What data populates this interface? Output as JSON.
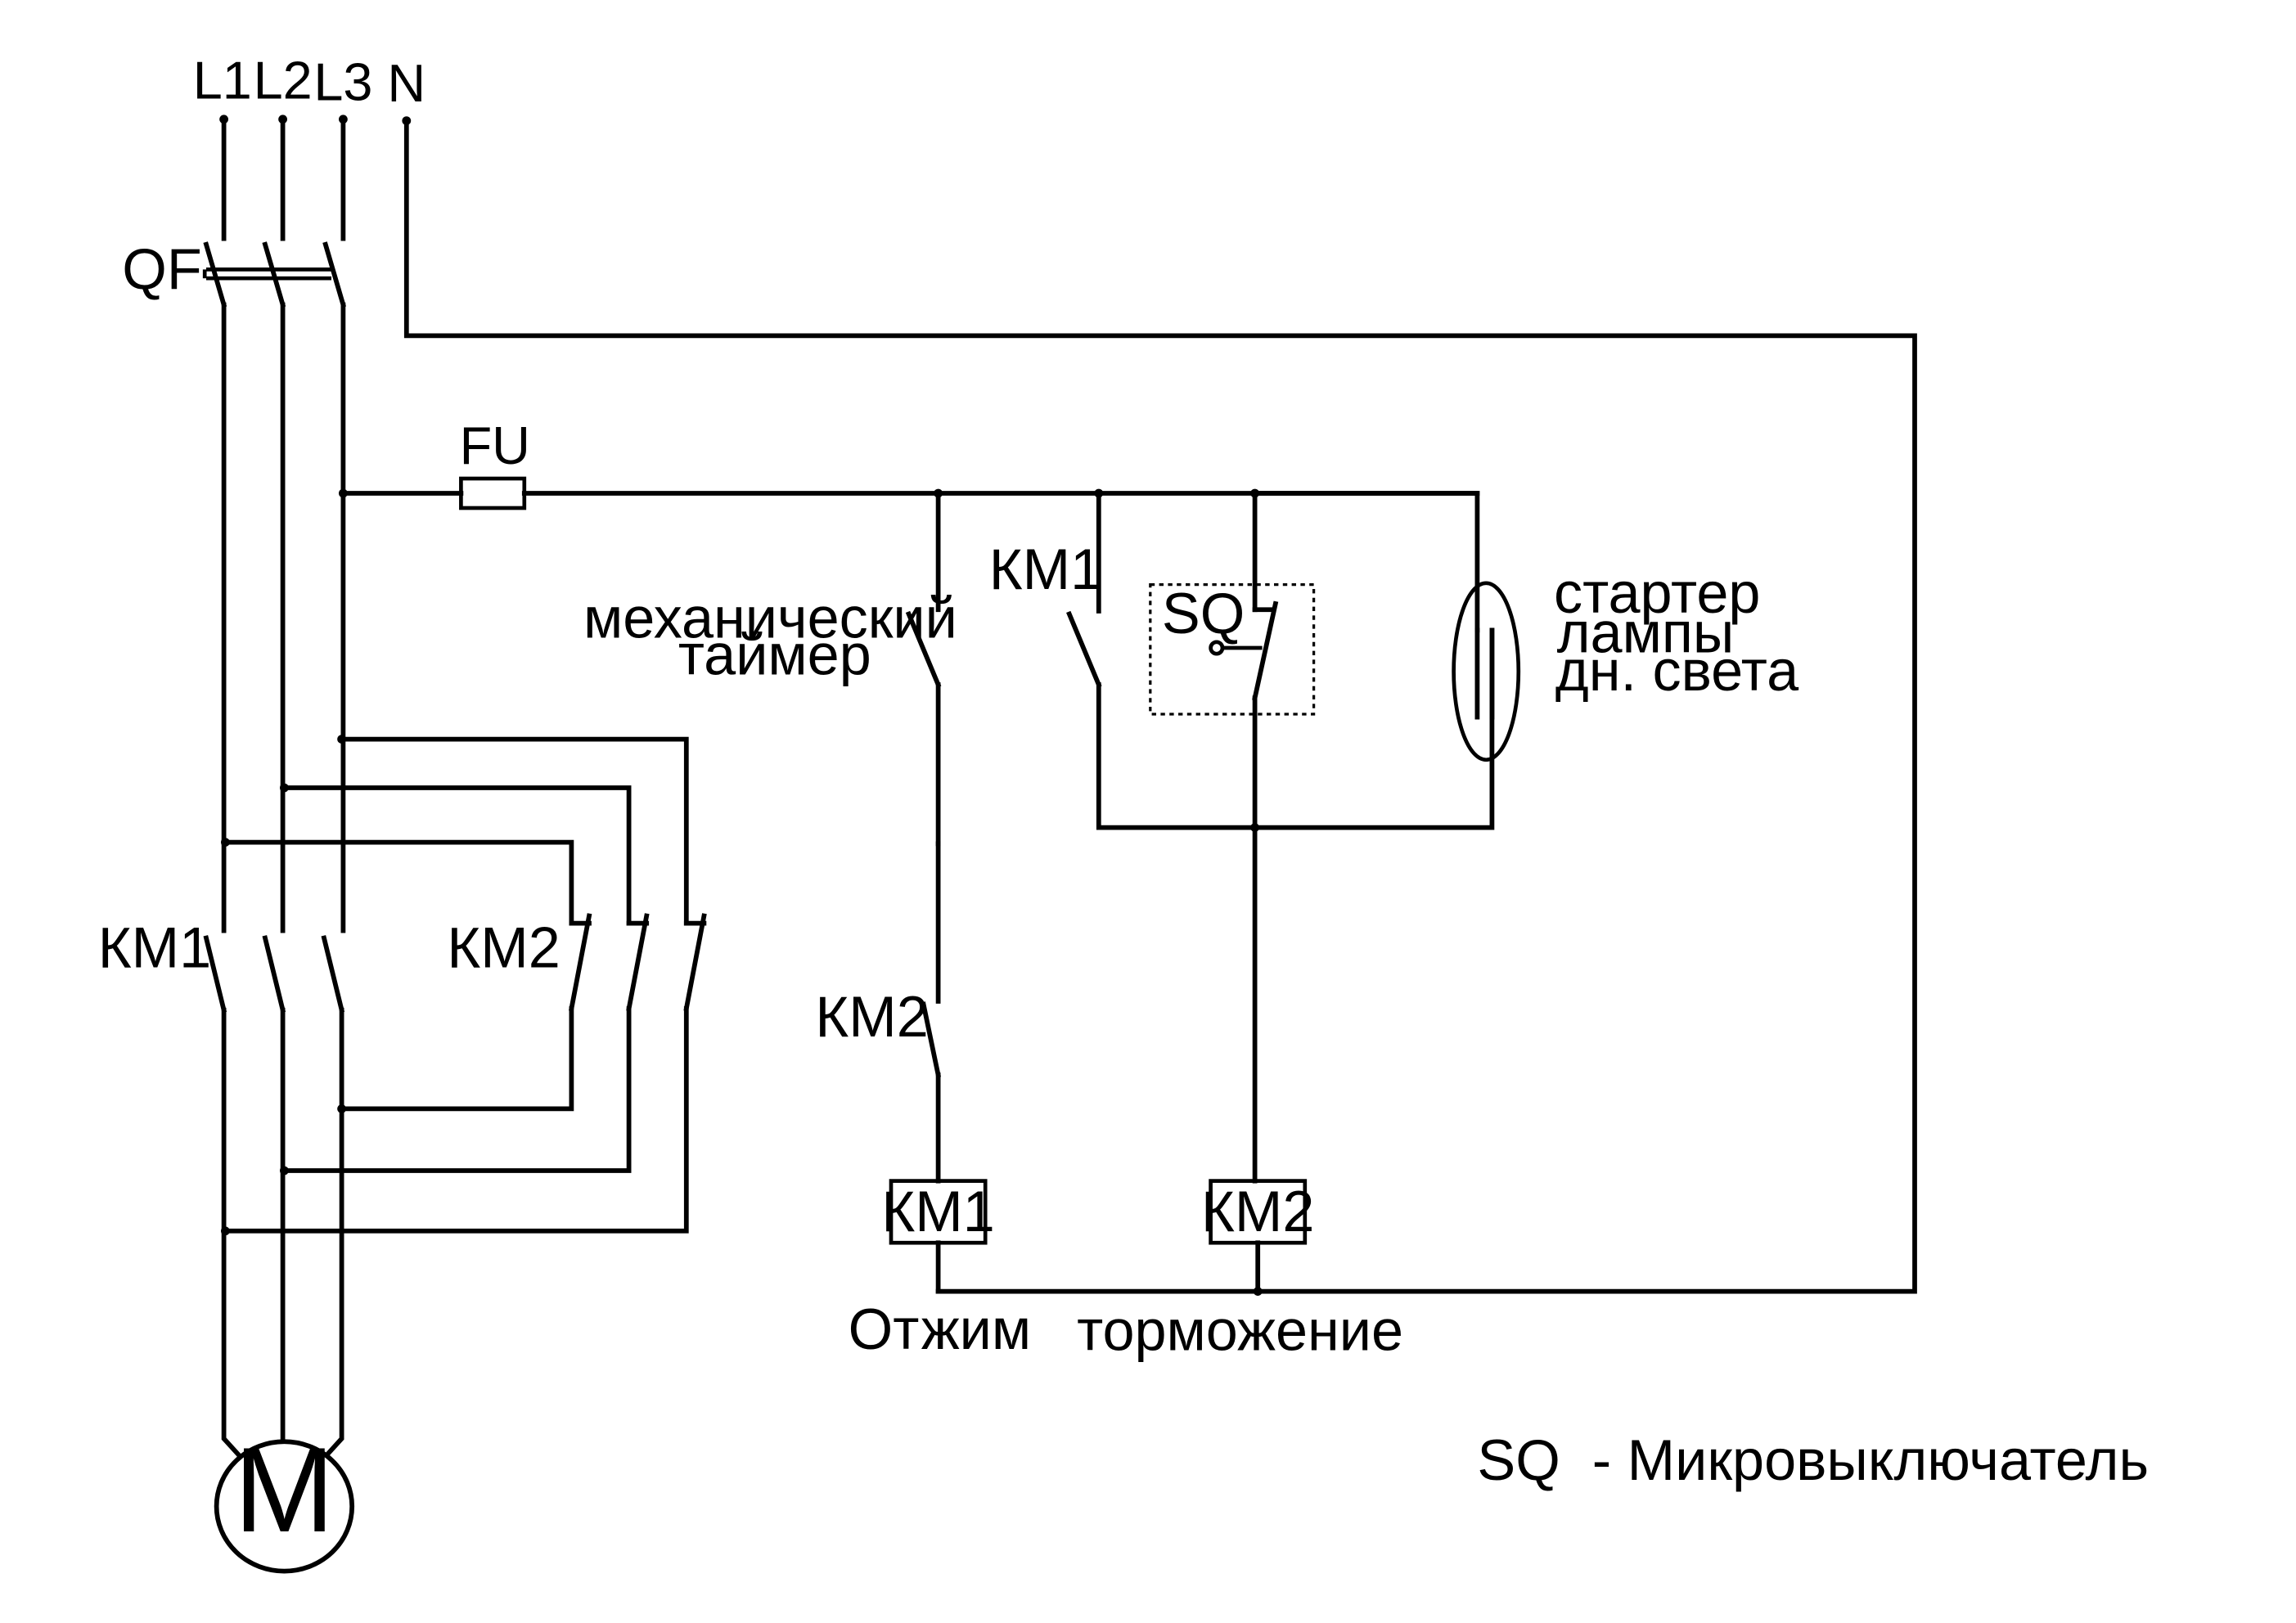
{
  "terminals": {
    "l1": "L1",
    "l2": "L2",
    "l3": "L3",
    "n": "N"
  },
  "breaker": "QF",
  "fuse": "FU",
  "km1_contacts": "КМ1",
  "km2_contacts": "КМ2",
  "timer": {
    "line1": "механический",
    "line2": "таймер"
  },
  "km1_aux": "КМ1",
  "sq_switch": "SQ",
  "starter": {
    "line1": "стартер",
    "line2": "лампы",
    "line3": "дн. света"
  },
  "km2_aux": "КМ2",
  "coil_km1": "КМ1",
  "coil_km2": "КМ2",
  "caption_spin": "Отжим",
  "caption_brake": "торможение",
  "motor": "M",
  "legend": "SQ  - Микровыключатель"
}
